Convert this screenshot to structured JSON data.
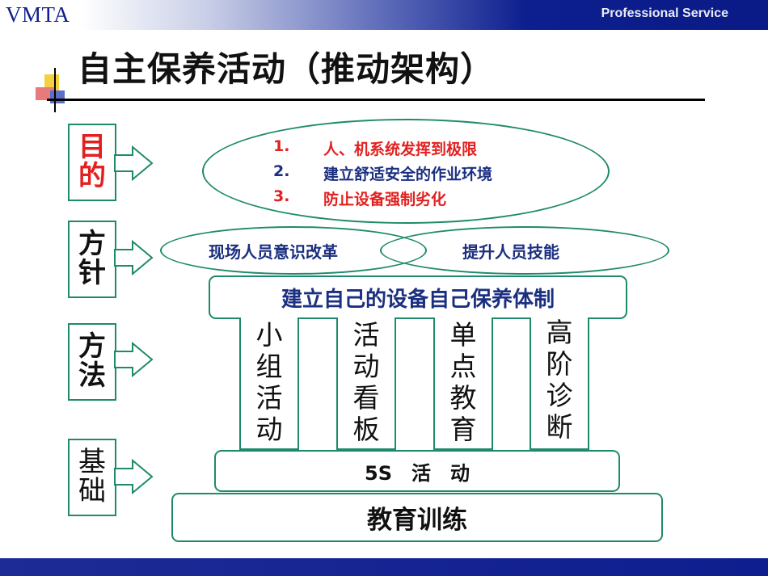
{
  "header": {
    "brand": "VMTA",
    "service": "Professional Service"
  },
  "title": "自主保养活动（推动架构）",
  "labels": {
    "purpose": [
      "目",
      "的"
    ],
    "policy": [
      "方",
      "针"
    ],
    "method": [
      "方",
      "法"
    ],
    "foundation": [
      "基",
      "础"
    ]
  },
  "goals": [
    {
      "num": "1.",
      "text": "人、机系统发挥到极限"
    },
    {
      "num": "2.",
      "text": "建立舒适安全的作业环境"
    },
    {
      "num": "3.",
      "text": "防止设备强制劣化"
    }
  ],
  "policy_items": [
    "现场人员意识改革",
    "提升人员技能"
  ],
  "system_bar": "建立自己的设备自己保养体制",
  "pillars": [
    [
      "小",
      "组",
      "活",
      "动"
    ],
    [
      "活",
      "动",
      "看",
      "板"
    ],
    [
      "单",
      "点",
      "教",
      "育"
    ],
    [
      "高",
      "阶",
      "诊",
      "断"
    ]
  ],
  "five_s": "5S　活　动",
  "education": "教育训练",
  "colors": {
    "accent": "#1f8a6b",
    "red": "#e32020",
    "navy": "#1b2f80",
    "band": "#0e1e8e"
  }
}
